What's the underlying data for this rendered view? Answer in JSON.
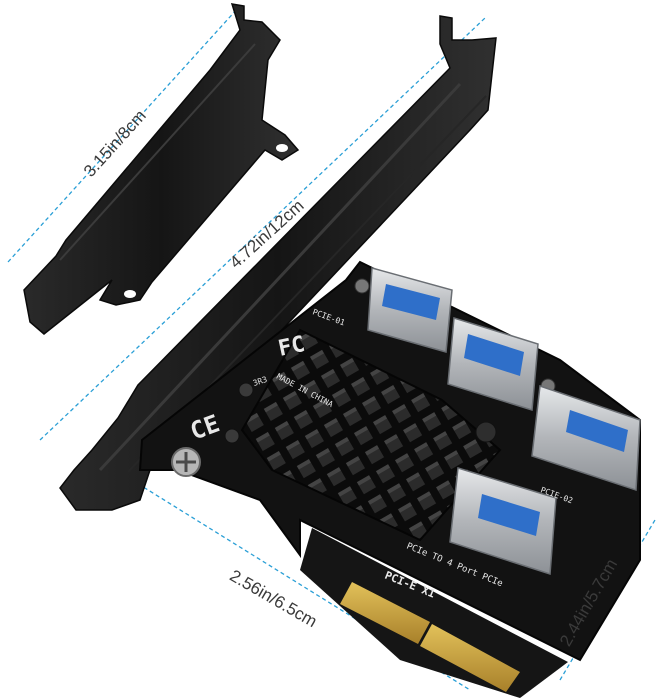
{
  "dimensions": {
    "small_bracket_height": "3.15in/8cm",
    "large_bracket_height": "4.72in/12cm",
    "card_length": "2.56in/6.5cm",
    "card_height": "2.44in/5.7cm"
  },
  "board_labels": {
    "port1": "PCIE-01",
    "port2": "PCIE-02",
    "made_in": "MADE IN CHINA",
    "bottom_line1": "PCIe TO 4 Port PCIe",
    "bottom_line2": "PCI-E X1",
    "fc_mark": "FC",
    "ce_mark": "CE",
    "inductor": "3R3"
  },
  "colors": {
    "bracket": "#1b1b1b",
    "pcb": "#121212",
    "heatsink": "#0d0d0d",
    "usb_port": "#b9bcc0",
    "usb_tongue": "#2f6fc9",
    "gold_contacts": "#c9a23a",
    "dimension_line": "#2a9fd6"
  }
}
